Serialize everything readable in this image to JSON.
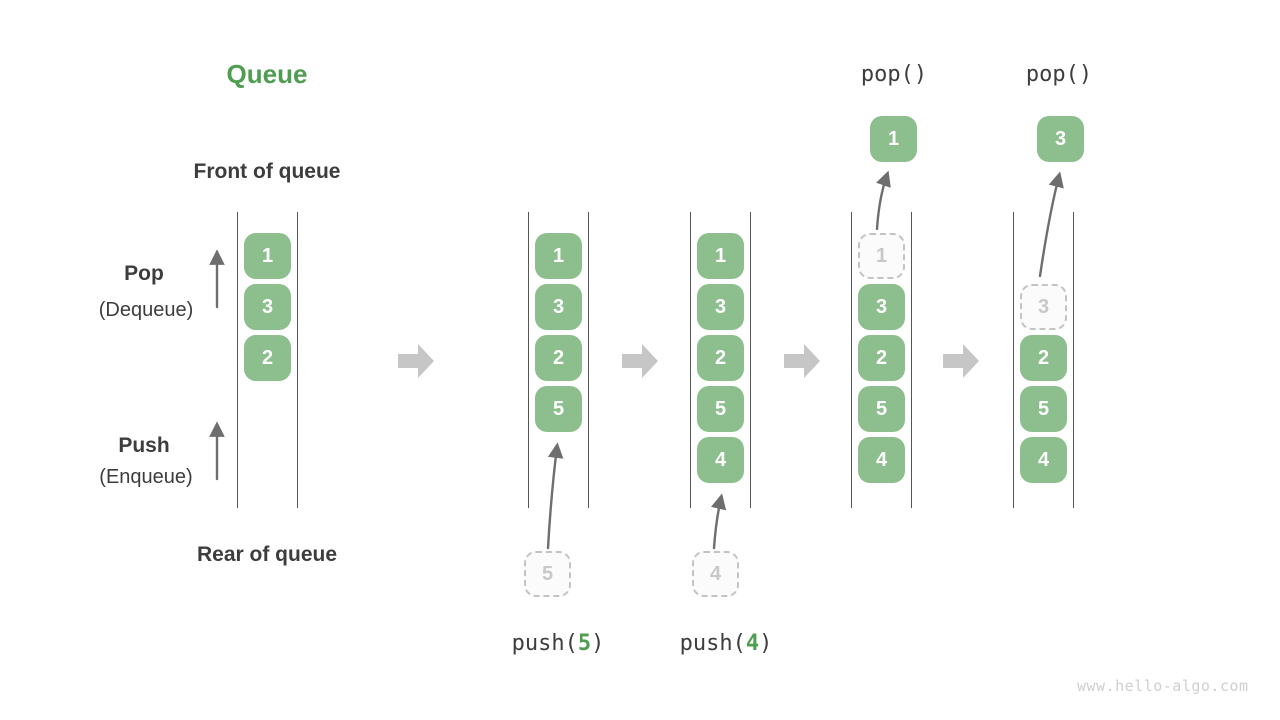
{
  "title": "Queue",
  "side_labels": {
    "front": "Front of queue",
    "rear": "Rear of queue",
    "pop": "Pop",
    "pop_alias": "(Dequeue)",
    "push": "Push",
    "push_alias": "(Enqueue)"
  },
  "operations": {
    "pop_step4": "pop()",
    "pop_step5": "pop()",
    "push_step2": {
      "prefix": "push(",
      "arg": "5",
      "suffix": ")"
    },
    "push_step3": {
      "prefix": "push(",
      "arg": "4",
      "suffix": ")"
    }
  },
  "queues": [
    {
      "step": 1,
      "cells": [
        {
          "value": "1",
          "state": "filled"
        },
        {
          "value": "3",
          "state": "filled"
        },
        {
          "value": "2",
          "state": "filled"
        }
      ]
    },
    {
      "step": 2,
      "cells": [
        {
          "value": "1",
          "state": "filled"
        },
        {
          "value": "3",
          "state": "filled"
        },
        {
          "value": "2",
          "state": "filled"
        },
        {
          "value": "5",
          "state": "filled"
        }
      ]
    },
    {
      "step": 3,
      "cells": [
        {
          "value": "1",
          "state": "filled"
        },
        {
          "value": "3",
          "state": "filled"
        },
        {
          "value": "2",
          "state": "filled"
        },
        {
          "value": "5",
          "state": "filled"
        },
        {
          "value": "4",
          "state": "filled"
        }
      ]
    },
    {
      "step": 4,
      "cells": [
        {
          "value": "1",
          "state": "removed"
        },
        {
          "value": "3",
          "state": "filled"
        },
        {
          "value": "2",
          "state": "filled"
        },
        {
          "value": "5",
          "state": "filled"
        },
        {
          "value": "4",
          "state": "filled"
        }
      ]
    },
    {
      "step": 5,
      "cells": [
        {
          "value": "3",
          "state": "removed"
        },
        {
          "value": "2",
          "state": "filled"
        },
        {
          "value": "5",
          "state": "filled"
        },
        {
          "value": "4",
          "state": "filled"
        }
      ]
    }
  ],
  "popped": [
    {
      "value": "1"
    },
    {
      "value": "3"
    }
  ],
  "incoming": [
    {
      "value": "5"
    },
    {
      "value": "4"
    }
  ],
  "watermark": "www.hello-algo.com",
  "colors": {
    "box_green": "#8DBE8D",
    "title_green": "#4E9D50",
    "text_dark": "#3D3D3D",
    "line_gray": "#555555",
    "arrow_gray": "#6E6E6E",
    "block_arrow_gray": "#C6C6C6",
    "dashed_border": "#C3C3C3",
    "dashed_fill": "#FBFBFB",
    "dashed_text": "#C8C8C8",
    "watermark_gray": "#CFCFCF"
  }
}
